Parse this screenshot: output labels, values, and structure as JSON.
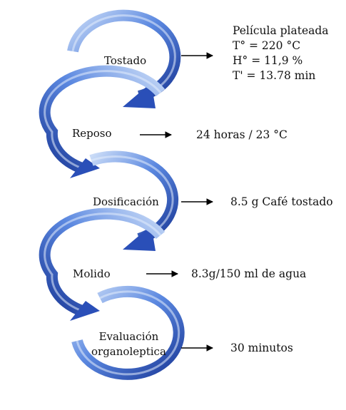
{
  "colors": {
    "arrow_light": "#b7cdf2",
    "arrow_mid": "#4a78d8",
    "arrow_dark": "#1c3b9a",
    "pointer": "#000000"
  },
  "stages": [
    {
      "label": "Tostado",
      "note": [
        "Película plateada",
        "T° = 220 °C",
        "H° = 11,9 %",
        "T' = 13.78 min"
      ]
    },
    {
      "label": "Reposo",
      "note": [
        "24 horas / 23 °C"
      ]
    },
    {
      "label": "Dosificación",
      "note": [
        "8.5 g Café tostado"
      ]
    },
    {
      "label": "Molido",
      "note": [
        "8.3g/150 ml de agua"
      ]
    },
    {
      "label": "Evaluación organoleptica",
      "label_lines": [
        "Evaluación",
        "organoleptica"
      ],
      "note": [
        "30 minutos"
      ]
    }
  ]
}
